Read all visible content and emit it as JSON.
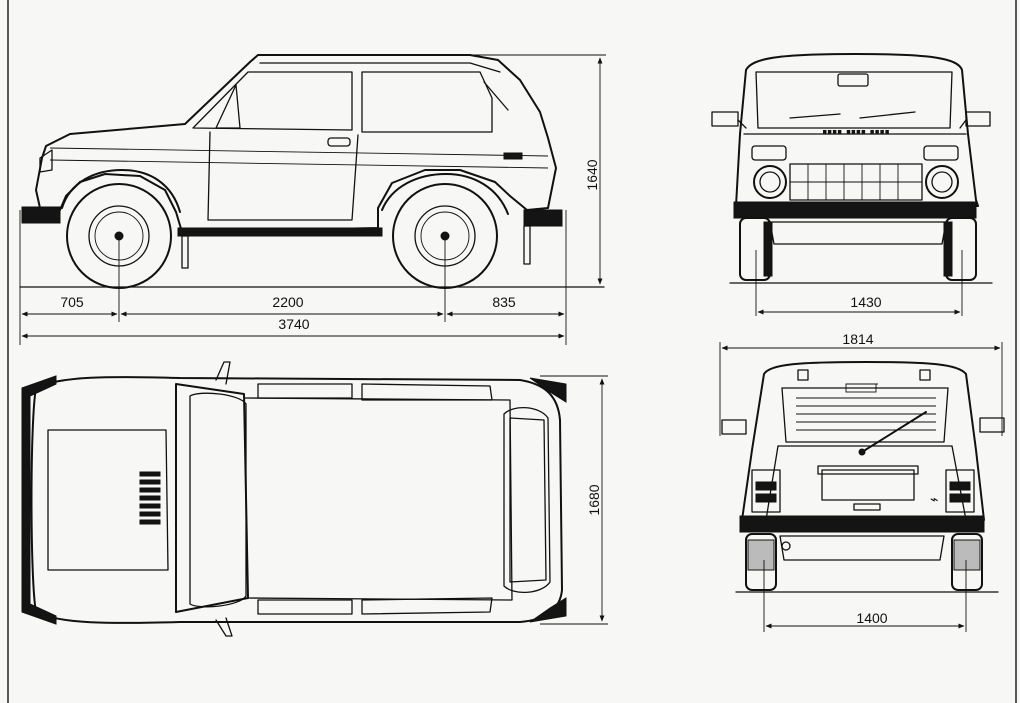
{
  "drawing": {
    "side_view": {
      "height_label": "1640",
      "front_overhang_label": "705",
      "wheelbase_label": "2200",
      "rear_overhang_label": "835",
      "overall_length_label": "3740"
    },
    "front_view": {
      "track_label": "1430"
    },
    "top_view": {
      "width_label": "1680"
    },
    "rear_view": {
      "overall_width_label": "1814",
      "track_label": "1400"
    }
  }
}
